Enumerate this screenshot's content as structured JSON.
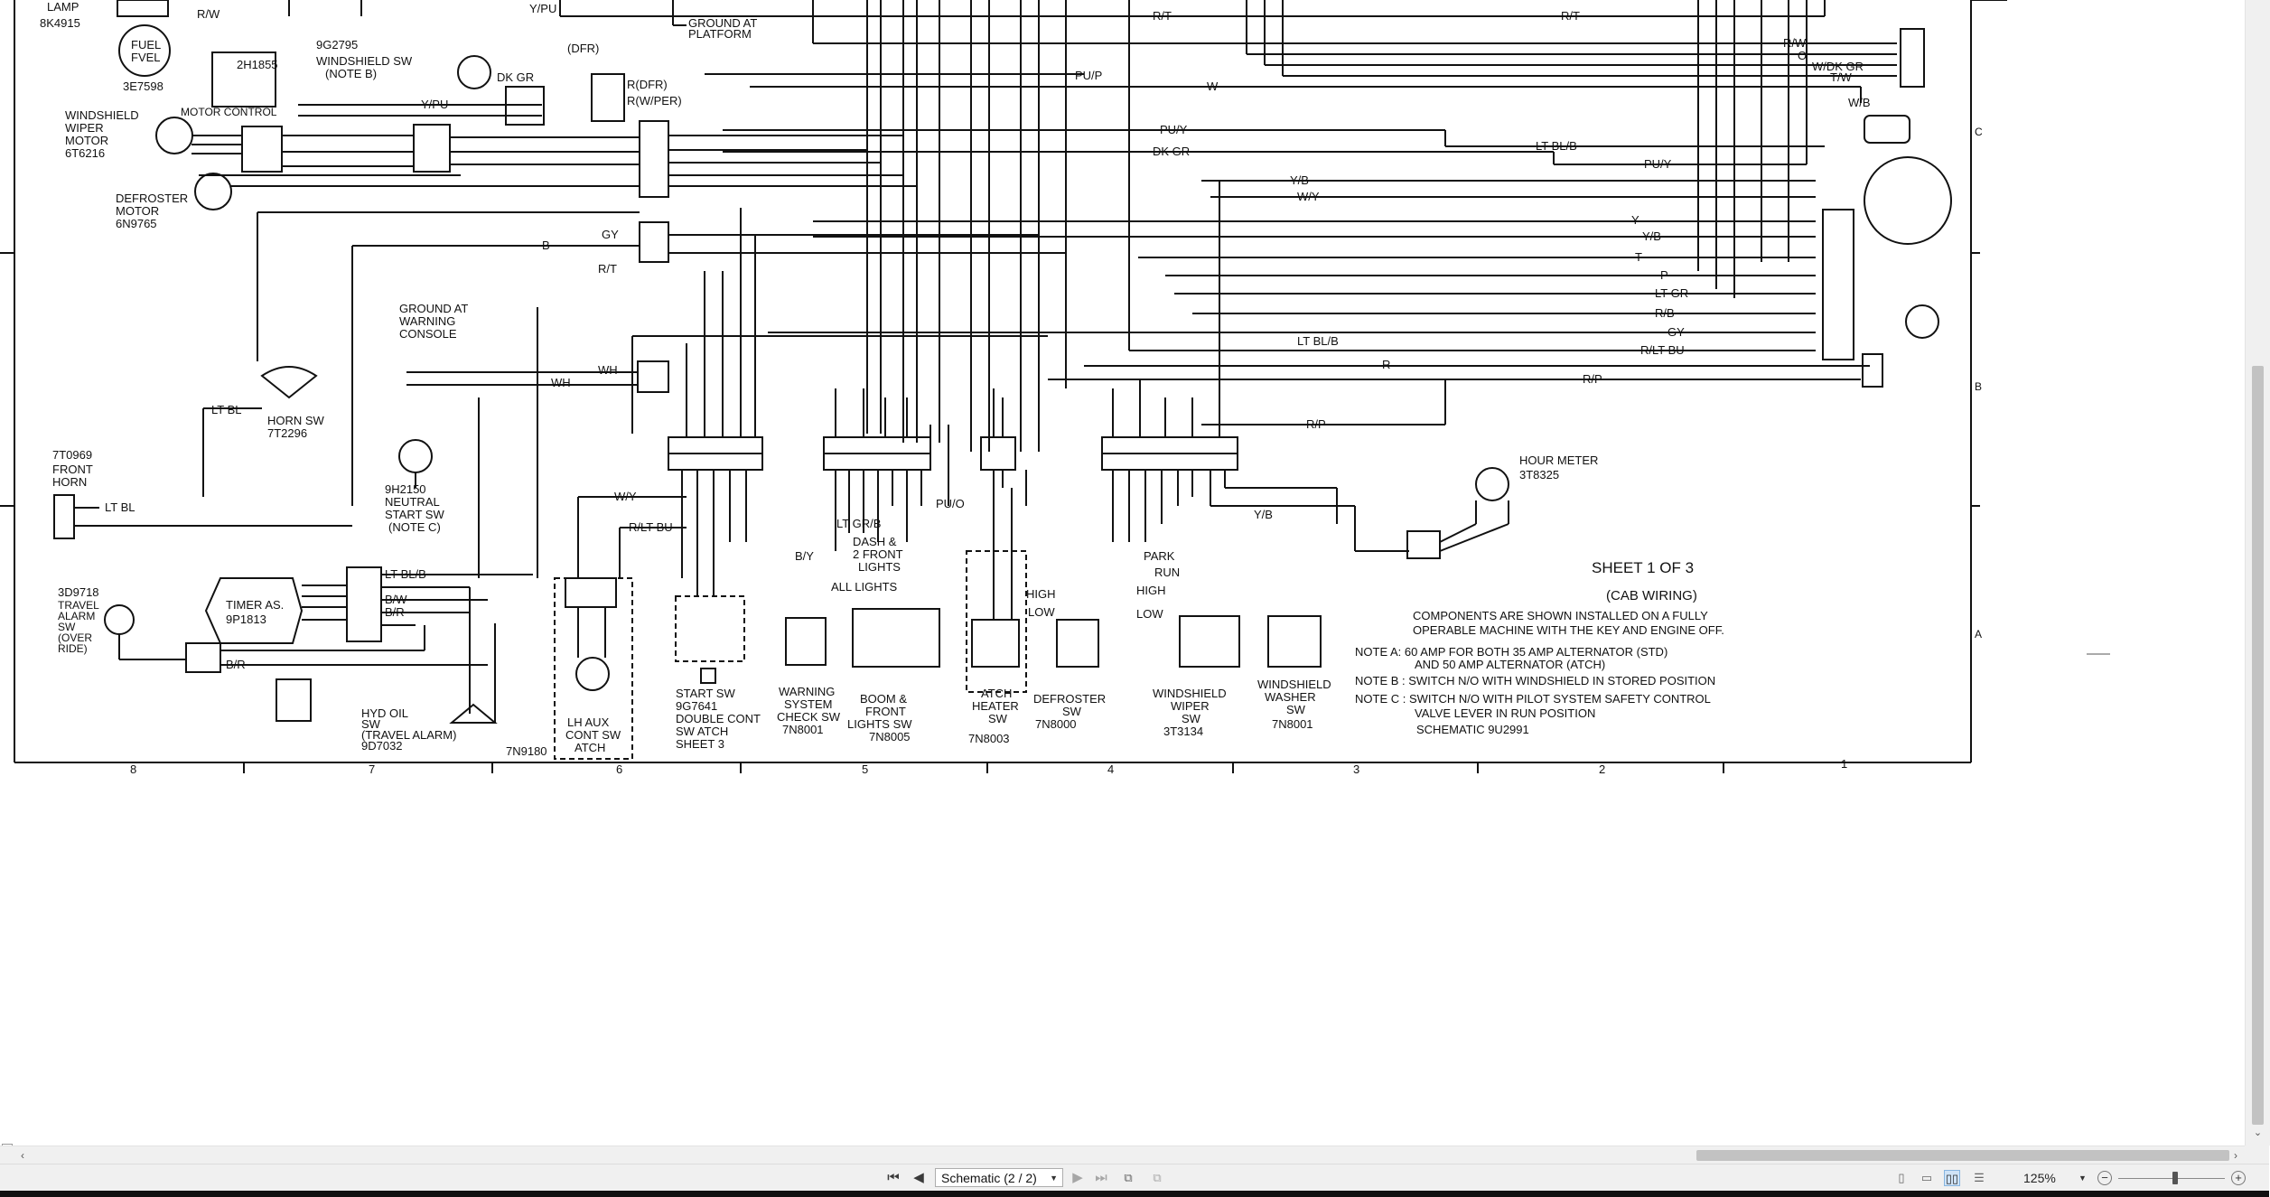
{
  "schematic": {
    "sheet_title": "SHEET 1 OF 3",
    "sheet_subtitle": "(CAB WIRING)",
    "notes": {
      "general_1": "COMPONENTS ARE SHOWN INSTALLED ON A FULLY",
      "general_2": "OPERABLE MACHINE WITH THE KEY AND ENGINE OFF.",
      "note_a_1": "NOTE A: 60 AMP FOR BOTH 35 AMP ALTERNATOR (STD)",
      "note_a_2": "AND 50 AMP ALTERNATOR (ATCH)",
      "note_b": "NOTE B : SWITCH N/O WITH WINDSHIELD IN STORED POSITION",
      "note_c_1": "NOTE C : SWITCH N/O WITH PILOT SYSTEM SAFETY CONTROL",
      "note_c_2": "VALVE LEVER IN RUN POSITION",
      "schematic_no": "SCHEMATIC 9U2991"
    },
    "components": {
      "lamp": "LAMP",
      "lamp_pn": "8K4915",
      "fuel_level_1": "FUEL",
      "fuel_level_2": "FVEL",
      "fuel_pn": "3E7598",
      "ground_platform_1": "GROUND AT",
      "ground_platform_2": "PLATFORM",
      "windshield_sw_pn": "9G2795",
      "windshield_sw_1": "WINDSHIELD SW",
      "windshield_sw_2": "(NOTE B)",
      "part_2h1855": "2H1855",
      "motor_control": "MOTOR CONTROL",
      "wiper_motor_1": "WINDSHIELD",
      "wiper_motor_2": "WIPER",
      "wiper_motor_3": "MOTOR",
      "wiper_motor_pn": "6T6216",
      "defroster_motor_1": "DEFROSTER",
      "defroster_motor_2": "MOTOR",
      "defroster_motor_pn": "6N9765",
      "dfr": "(DFR)",
      "r_dfr": "R(DFR)",
      "r_wper": "R(W/PER)",
      "ground_console_1": "GROUND AT",
      "ground_console_2": "WARNING",
      "ground_console_3": "CONSOLE",
      "horn_sw_1": "HORN SW",
      "horn_sw_pn": "7T2296",
      "front_horn_pn": "7T0969",
      "front_horn_1": "FRONT",
      "front_horn_2": "HORN",
      "neutral_sw_pn": "9H2150",
      "neutral_sw_1": "NEUTRAL",
      "neutral_sw_2": "START SW",
      "neutral_sw_3": "(NOTE C)",
      "travel_alarm_pn": "3D9718",
      "travel_alarm_1": "TRAVEL",
      "travel_alarm_2": "ALARM",
      "travel_alarm_3": "SW",
      "travel_alarm_4": "(OVER",
      "travel_alarm_5": "RIDE)",
      "timer_1": "TIMER AS.",
      "timer_pn": "9P1813",
      "hyd_oil_1": "HYD OIL",
      "hyd_oil_2": "SW",
      "hyd_oil_3": "(TRAVEL ALARM)",
      "hyd_oil_pn": "9D7032",
      "lh_aux_1": "LH AUX",
      "lh_aux_2": "CONT SW",
      "lh_aux_3": "ATCH",
      "lh_aux_pn": "7N9180",
      "start_sw_1": "START SW",
      "start_sw_pn": "9G7641",
      "start_sw_2": "DOUBLE CONT",
      "start_sw_3": "SW ATCH",
      "start_sw_4": "SHEET 3",
      "warning_sw_1": "WARNING",
      "warning_sw_2": "SYSTEM",
      "warning_sw_3": "CHECK SW",
      "warning_sw_pn": "7N8001",
      "boom_1": "DASH &",
      "boom_2": "2 FRONT",
      "boom_3": "LIGHTS",
      "all_lights": "ALL LIGHTS",
      "boom_sw_1": "BOOM &",
      "boom_sw_2": "FRONT",
      "boom_sw_3": "LIGHTS SW",
      "boom_sw_pn": "7N8005",
      "atch_heater_1": "ATCH",
      "atch_heater_2": "HEATER",
      "atch_heater_3": "SW",
      "atch_heater_pn": "7N8003",
      "high": "HIGH",
      "low": "LOW",
      "defroster_sw_1": "DEFROSTER",
      "defroster_sw_2": "SW",
      "defroster_sw_pn": "7N8000",
      "park": "PARK",
      "run": "RUN",
      "wiper_sw_1": "WINDSHIELD",
      "wiper_sw_2": "WIPER",
      "wiper_sw_3": "SW",
      "wiper_sw_pn": "3T3134",
      "washer_sw_1": "WINDSHIELD",
      "washer_sw_2": "WASHER",
      "washer_sw_3": "SW",
      "washer_sw_pn": "7N8001",
      "hour_meter": "HOUR METER",
      "hour_meter_pn": "3T8325"
    },
    "wire_labels": {
      "r_w_a": "R/W",
      "y_pu": "Y/PU",
      "r_t_top": "R/T",
      "r_t_top2": "R/T",
      "r_w_b": "R/W",
      "o": "O",
      "w_dk_gr": "W/DK GR",
      "t_w": "T/W",
      "w_b": "W/B",
      "pu_p": "PU/P",
      "w": "W",
      "pu_y": "PU/Y",
      "dk_gr": "DK GR",
      "lt_bl_b": "LT BL/B",
      "pu_y2": "PU/Y",
      "y_b": "Y/B",
      "w_y": "W/Y",
      "y": "Y",
      "y_b2": "Y/B",
      "t": "T",
      "p": "P",
      "lt_gr": "LT GR",
      "r_b": "R/B",
      "gy": "GY",
      "r_lt_bu": "R/LT BU",
      "r": "R",
      "r_p": "R/P",
      "r_p2": "R/P",
      "lt_bl_b2": "LT BL/B",
      "gy_left": "GY",
      "b": "B",
      "r_t_left": "R/T",
      "lt_bl": "LT BL",
      "wh": "WH",
      "wh2": "WH",
      "lt_bl_b3": "LT BL/B",
      "lt_bl2": "LT BL",
      "b_w": "B/W",
      "b_r": "B/R",
      "b_r2": "B/R",
      "w_y2": "W/Y",
      "r_lt_bu2": "R/LT BU",
      "lt_gr_b": "LT GR/B",
      "pu_o": "PU/O",
      "high_o": "HIGH",
      "low_r": "LOW",
      "y_b3": "Y/B",
      "b_y": "B/Y",
      "y_pu2": "Y/PU",
      "dk_gr2": "DK GR"
    },
    "ruler": [
      "8",
      "7",
      "6",
      "5",
      "4",
      "3",
      "2",
      "1"
    ],
    "row_markers": [
      "C",
      "B",
      "A"
    ]
  },
  "toolbar": {
    "first_page": "⏮",
    "prev_page": "◀",
    "page_select": "Schematic (2 / 2)",
    "next_page": "▶",
    "last_page": "⏭",
    "zoom": "125%",
    "zoom_out": "−",
    "zoom_in": "+"
  },
  "scrollbar": {
    "left_arrow": "‹",
    "right_arrow": "›",
    "down_arrow": "⌄"
  }
}
